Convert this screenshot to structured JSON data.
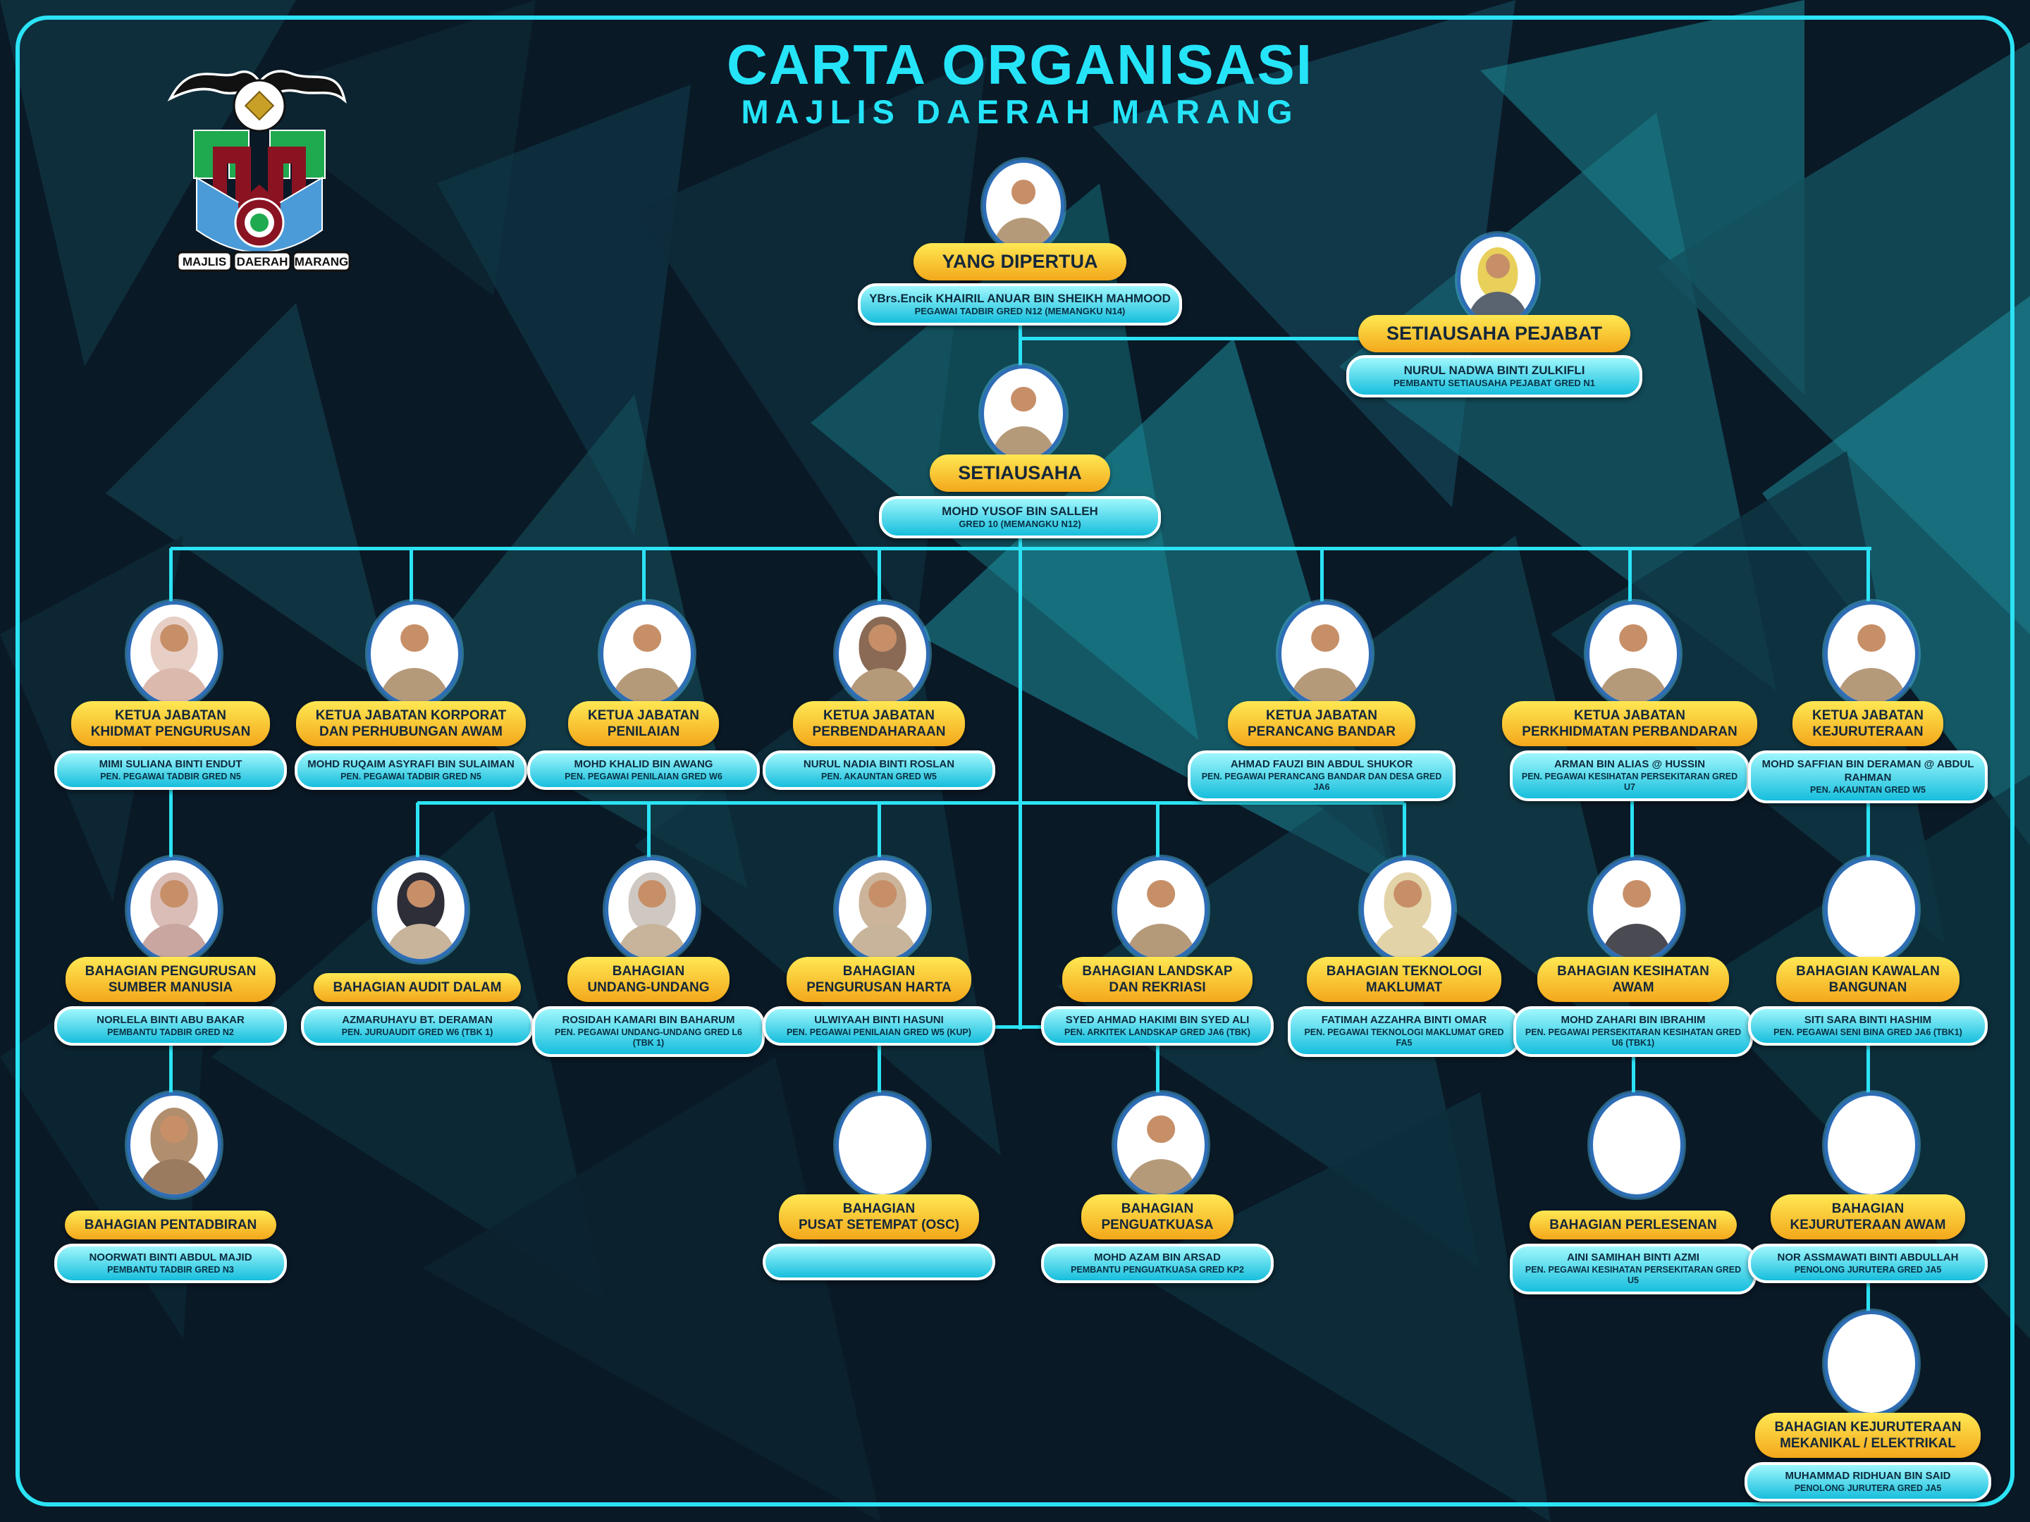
{
  "header": {
    "title": "CARTA ORGANISASI",
    "subtitle": "MAJLIS DAERAH MARANG",
    "logo_words": [
      "MAJLIS",
      "DAERAH",
      "MARANG"
    ]
  },
  "colors": {
    "accent_cyan": "#2be3f5",
    "pill_yellow_top": "#ffe853",
    "pill_yellow_bottom": "#f3a81b",
    "pill_cyan_top": "#9ff7fc",
    "pill_cyan_bottom": "#17bedd",
    "background": "#0a1926",
    "text_dark": "#14273a"
  },
  "nodes": [
    {
      "id": "yang-dipertua",
      "title": "YANG DIPERTUA",
      "name": "YBrs.Encik KHAIRIL ANUAR BIN SHEIKH MAHMOOD",
      "role": "PEGAWAI TADBIR GRED N12 (MEMANGKU N14)",
      "avatar": {
        "kind": "male",
        "outfit": "#b59a7a"
      }
    },
    {
      "id": "setiausaha-pejabat",
      "title": "SETIAUSAHA PEJABAT",
      "name": "NURUL NADWA BINTI ZULKIFLI",
      "role": "PEMBANTU SETIAUSAHA PEJABAT GRED N1",
      "avatar": {
        "kind": "hijab",
        "outfit": "#5a6470",
        "hijab": "#e8d05a"
      }
    },
    {
      "id": "setiausaha",
      "title": "SETIAUSAHA",
      "name": "MOHD YUSOF BIN SALLEH",
      "role": "GRED 10 (MEMANGKU N12)",
      "avatar": {
        "kind": "male",
        "outfit": "#b59a7a"
      }
    },
    {
      "id": "khidmat-pengurusan",
      "title": "KETUA JABATAN\nKHIDMAT PENGURUSAN",
      "name": "MIMI SULIANA BINTI ENDUT",
      "role": "PEN. PEGAWAI TADBIR GRED N5",
      "avatar": {
        "kind": "hijab",
        "outfit": "#dcb9ad",
        "hijab": "#e7cfc6"
      }
    },
    {
      "id": "korporat-perhubungan-awam",
      "title": "KETUA JABATAN KORPORAT\nDAN PERHUBUNGAN AWAM",
      "name": "MOHD RUQAIM ASYRAFI BIN SULAIMAN",
      "role": "PEN. PEGAWAI TADBIR GRED N5",
      "avatar": {
        "kind": "male",
        "outfit": "#b59a7a"
      }
    },
    {
      "id": "penilaian",
      "title": "KETUA JABATAN\nPENILAIAN",
      "name": "MOHD KHALID BIN AWANG",
      "role": "PEN. PEGAWAI PENILAIAN GRED W6",
      "avatar": {
        "kind": "male",
        "outfit": "#b59a7a"
      }
    },
    {
      "id": "perbendaharaan",
      "title": "KETUA JABATAN\nPERBENDAHARAAN",
      "name": "NURUL NADIA BINTI ROSLAN",
      "role": "PEN. AKAUNTAN GRED W5",
      "avatar": {
        "kind": "hijab",
        "outfit": "#b59a7a",
        "hijab": "#8a6a55"
      }
    },
    {
      "id": "perancang-bandar",
      "title": "KETUA JABATAN\nPERANCANG BANDAR",
      "name": "AHMAD FAUZI BIN ABDUL SHUKOR",
      "role": "PEN. PEGAWAI PERANCANG BANDAR DAN DESA GRED JA6",
      "avatar": {
        "kind": "male",
        "outfit": "#b59a7a"
      }
    },
    {
      "id": "perkhidmatan-perbandaran",
      "title": "KETUA JABATAN\nPERKHIDMATAN PERBANDARAN",
      "name": "ARMAN BIN ALIAS @ HUSSIN",
      "role": "PEN. PEGAWAI KESIHATAN PERSEKITARAN GRED U7",
      "avatar": {
        "kind": "male",
        "outfit": "#b59a7a"
      }
    },
    {
      "id": "kejuruteraan",
      "title": "KETUA JABATAN\nKEJURUTERAAN",
      "name": "MOHD SAFFIAN BIN DERAMAN @ ABDUL RAHMAN",
      "role": "PEN. AKAUNTAN GRED W5",
      "avatar": {
        "kind": "male",
        "outfit": "#b59a7a"
      }
    },
    {
      "id": "sumber-manusia",
      "title": "BAHAGIAN PENGURUSAN\nSUMBER MANUSIA",
      "name": "NORLELA BINTI ABU BAKAR",
      "role": "PEMBANTU TADBIR GRED N2",
      "avatar": {
        "kind": "hijab",
        "outfit": "#c9a6a0",
        "hijab": "#d9bdb6"
      }
    },
    {
      "id": "audit-dalam",
      "title": "BAHAGIAN AUDIT DALAM",
      "name": "AZMARUHAYU BT. DERAMAN",
      "role": "PEN. JURUAUDIT GRED W6 (TBK 1)",
      "avatar": {
        "kind": "hijab",
        "outfit": "#c7b49a",
        "hijab": "#2e2e38"
      }
    },
    {
      "id": "undang-undang",
      "title": "BAHAGIAN\nUNDANG-UNDANG",
      "name": "ROSIDAH KAMARI BIN BAHARUM",
      "role": "PEN. PEGAWAI UNDANG-UNDANG GRED L6 (TBK 1)",
      "avatar": {
        "kind": "hijab",
        "outfit": "#c7b49a",
        "hijab": "#cfc8c2"
      }
    },
    {
      "id": "pengurusan-harta",
      "title": "BAHAGIAN\nPENGURUSAN HARTA",
      "name": "ULWIYAAH BINTI HASUNI",
      "role": "PEN. PEGAWAI PENILAIAN GRED W5 (KUP)",
      "avatar": {
        "kind": "hijab",
        "outfit": "#c7b49a",
        "hijab": "#cbb49a"
      }
    },
    {
      "id": "landskap-rekriasi",
      "title": "BAHAGIAN LANDSKAP\nDAN REKRIASI",
      "name": "SYED AHMAD HAKIMI BIN SYED ALI",
      "role": "PEN. ARKITEK LANDSKAP GRED JA6 (TBK)",
      "avatar": {
        "kind": "male",
        "outfit": "#b59a7a"
      }
    },
    {
      "id": "teknologi-maklumat",
      "title": "BAHAGIAN TEKNOLOGI\nMAKLUMAT",
      "name": "FATIMAH AZZAHRA BINTI OMAR",
      "role": "PEN. PEGAWAI TEKNOLOGI MAKLUMAT GRED FA5",
      "avatar": {
        "kind": "hijab",
        "outfit": "#e3d3a8",
        "hijab": "#e3d3a8"
      }
    },
    {
      "id": "kesihatan-awam",
      "title": "BAHAGIAN KESIHATAN\nAWAM",
      "name": "MOHD ZAHARI BIN IBRAHIM",
      "role": "PEN. PEGAWAI PERSEKITARAN KESIHATAN GRED U6 (TBK1)",
      "avatar": {
        "kind": "male",
        "outfit": "#4a4a52"
      }
    },
    {
      "id": "kawalan-bangunan",
      "title": "BAHAGIAN KAWALAN\nBANGUNAN",
      "name": "SITI SARA BINTI HASHIM",
      "role": "PEN. PEGAWAI SENI BINA GRED JA6 (TBK1)",
      "avatar": {
        "kind": "empty"
      }
    },
    {
      "id": "pentadbiran",
      "title": "BAHAGIAN PENTADBIRAN",
      "name": "NOORWATI BINTI ABDUL MAJID",
      "role": "PEMBANTU TADBIR GRED N3",
      "avatar": {
        "kind": "hijab",
        "outfit": "#9a7b60",
        "hijab": "#b08e6e"
      }
    },
    {
      "id": "pusat-setempat-osc",
      "title": "BAHAGIAN\nPUSAT SETEMPAT (OSC)",
      "name": "",
      "role": "",
      "avatar": {
        "kind": "empty"
      }
    },
    {
      "id": "penguatkuasa",
      "title": "BAHAGIAN\nPENGUATKUASA",
      "name": "MOHD AZAM BIN ARSAD",
      "role": "PEMBANTU PENGUATKUASA GRED KP2",
      "avatar": {
        "kind": "male",
        "outfit": "#b59a7a"
      }
    },
    {
      "id": "perlesenan",
      "title": "BAHAGIAN PERLESENAN",
      "name": "AINI SAMIHAH BINTI AZMI",
      "role": "PEN. PEGAWAI KESIHATAN PERSEKITARAN GRED U5",
      "avatar": {
        "kind": "empty"
      }
    },
    {
      "id": "kejuruteraan-awam",
      "title": "BAHAGIAN\nKEJURUTERAAN AWAM",
      "name": "NOR ASSMAWATI BINTI ABDULLAH",
      "role": "PENOLONG JURUTERA GRED JA5",
      "avatar": {
        "kind": "empty"
      }
    },
    {
      "id": "mekanikal-elektrikal",
      "title": "BAHAGIAN KEJURUTERAAN\nMEKANIKAL / ELEKTRIKAL",
      "name": "MUHAMMAD RIDHUAN BIN SAID",
      "role": "PENOLONG JURUTERA GRED JA5",
      "avatar": {
        "kind": "empty"
      }
    }
  ]
}
